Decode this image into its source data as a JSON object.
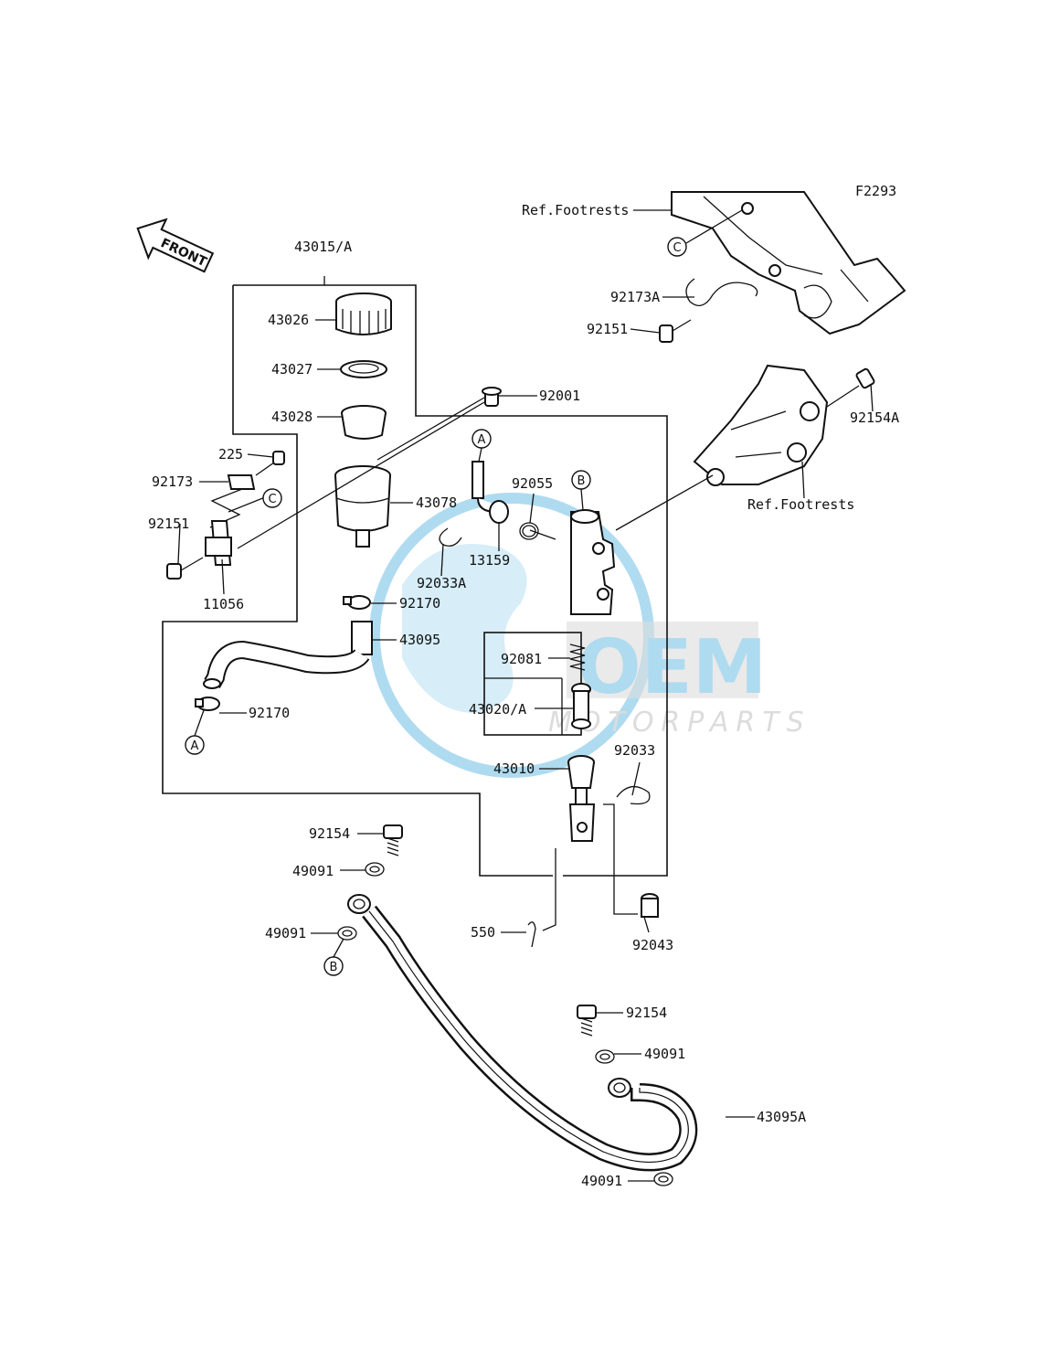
{
  "diagram_code": "F2293",
  "front_label": "FRONT",
  "watermark": {
    "brand": "OEM",
    "sub": "MOTORPARTS",
    "color": "#1e9bd7",
    "grey": "#9c9c9c"
  },
  "refs": {
    "footrests_top": "Ref.Footrests",
    "footrests_mid": "Ref.Footrests"
  },
  "parts": {
    "p43015A": "43015/A",
    "p43026": "43026",
    "p43027": "43027",
    "p43028": "43028",
    "p92001": "92001",
    "p225": "225",
    "p92173": "92173",
    "p92151": "92151",
    "p11056": "11056",
    "p43078": "43078",
    "p92170a": "92170",
    "p43095": "43095",
    "p92170b": "92170",
    "p13159": "13159",
    "p92033A": "92033A",
    "p92055": "92055",
    "p92173A": "92173A",
    "p92151b": "92151",
    "p92154A": "92154A",
    "p92081": "92081",
    "p43020A": "43020/A",
    "p43010": "43010",
    "p92033": "92033",
    "p92154a": "92154",
    "p49091a": "49091",
    "p49091b": "49091",
    "p550": "550",
    "p92043": "92043",
    "p92154b": "92154",
    "p49091c": "49091",
    "p43095A": "43095A",
    "p49091d": "49091"
  },
  "markers": {
    "A": "A",
    "B": "B",
    "C": "C"
  }
}
